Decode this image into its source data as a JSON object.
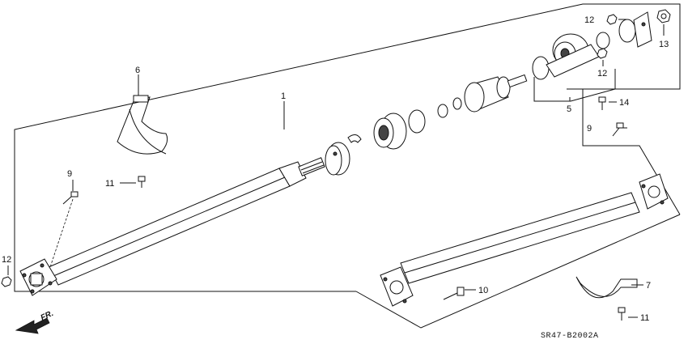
{
  "diagram_code": "SR47-B2002A",
  "direction_label": "FR.",
  "callouts": {
    "c1": "1",
    "c5": "5",
    "c6": "6",
    "c7": "7",
    "c9a": "9",
    "c9b": "9",
    "c10": "10",
    "c11a": "11",
    "c11b": "11",
    "c12a": "12",
    "c12b": "12",
    "c12c": "12",
    "c13": "13",
    "c14": "14"
  }
}
